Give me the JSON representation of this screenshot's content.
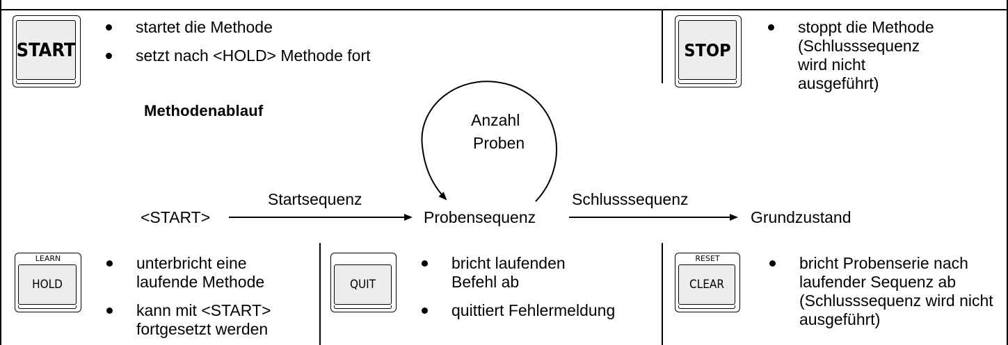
{
  "top_left": {
    "key_label": "START",
    "bullets": [
      "startet die Methode",
      "setzt nach <HOLD> Methode fort"
    ]
  },
  "top_right": {
    "key_label": "STOP",
    "bullets": [
      "stoppt die Methode (Schlusssequenz wird nicht ausgeführt)"
    ]
  },
  "flow": {
    "heading": "Methodenablauf",
    "loop_label_line1": "Anzahl",
    "loop_label_line2": "Proben",
    "start": "<START>",
    "arrow1_label": "Startsequenz",
    "middle": "Probensequenz",
    "arrow2_label": "Schlusssequenz",
    "end": "Grundzustand"
  },
  "bottom_left": {
    "key_top_label": "LEARN",
    "key_label": "HOLD",
    "bullets": [
      "unterbricht eine laufende Methode",
      "kann mit <START> fortgesetzt werden"
    ]
  },
  "bottom_middle": {
    "key_label": "QUIT",
    "bullets": [
      "bricht laufenden Befehl ab",
      "quittiert Fehlermeldung"
    ]
  },
  "bottom_right": {
    "key_top_label": "RESET",
    "key_label": "CLEAR",
    "bullets": [
      "bricht Probenserie nach laufender Sequenz ab (Schlusssequenz wird nicht ausgeführt)"
    ]
  }
}
